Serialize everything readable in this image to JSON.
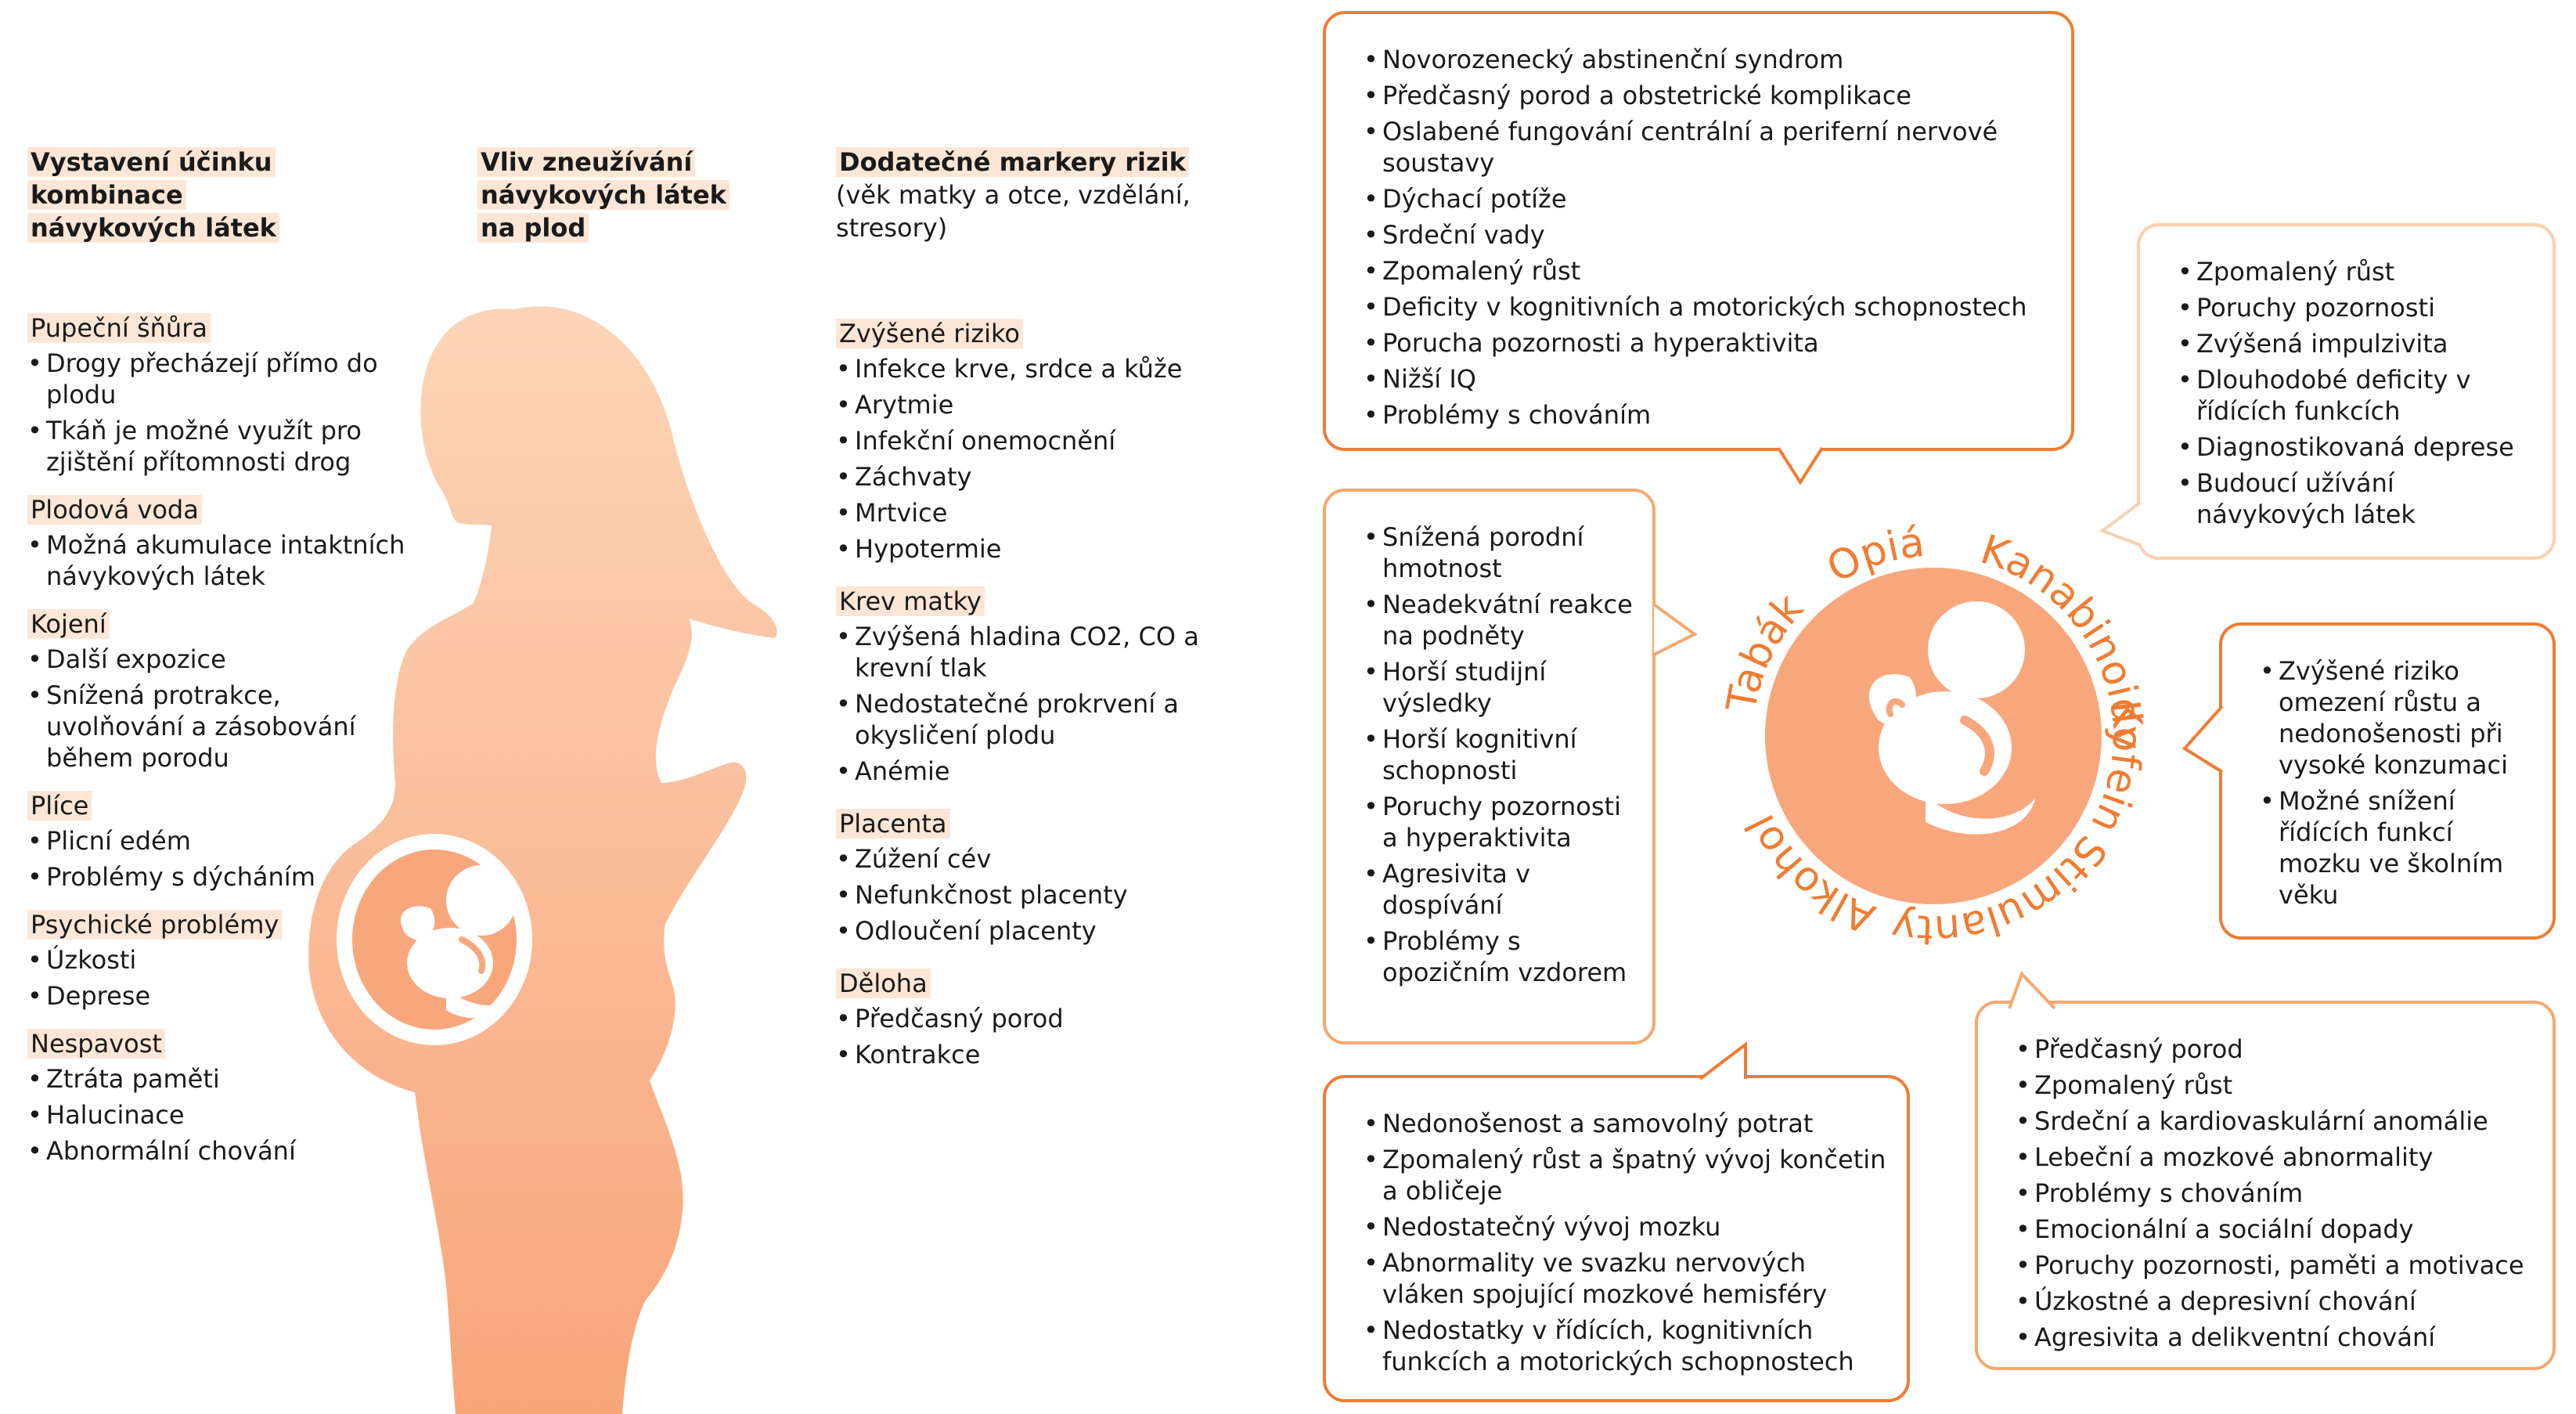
{
  "colors": {
    "silhouette_top": "#fbd2b4",
    "silhouette_bottom": "#f8a77c",
    "accent": "#f07c32",
    "circle": "#f8a77c",
    "highlight": "#fde6d6"
  },
  "columns": {
    "col1_header": "Vystavení účinku kombinace návykových látek",
    "col2_header": "Vliv zneužívání návykových látek na plod",
    "col3_header": "Dodatečné markery rizik",
    "col3_sub": "(věk matky a otce, vzdělání, stresory)"
  },
  "left_sections": [
    {
      "title": "Pupeční šňůra",
      "items": [
        "Drogy přecházejí přímo do plodu",
        "Tkáň je možné využít pro zjištění přítomnosti drog"
      ]
    },
    {
      "title": "Plodová voda",
      "items": [
        "Možná akumulace intaktních návykových látek"
      ]
    },
    {
      "title": "Kojení",
      "items": [
        "Další expozice",
        "Snížená protrakce, uvolňování a zásobování během porodu"
      ]
    },
    {
      "title": "Plíce",
      "items": [
        "Plicní edém",
        "Problémy s dýcháním"
      ]
    },
    {
      "title": "Psychické problémy",
      "items": [
        "Úzkosti",
        "Deprese"
      ]
    },
    {
      "title": "Nespavost",
      "items": [
        "Ztráta paměti",
        "Halucinace",
        "Abnormální chování"
      ]
    }
  ],
  "right_sections": [
    {
      "title": "Zvýšené riziko",
      "items": [
        "Infekce krve, srdce a kůže",
        "Arytmie",
        "Infekční onemocnění",
        "Záchvaty",
        "Mrtvice",
        "Hypotermie"
      ]
    },
    {
      "title": "Krev matky",
      "items": [
        "Zvýšená hladina CO2, CO a krevní tlak",
        "Nedostatečné prokrvení a okysličení plodu",
        "Anémie"
      ]
    },
    {
      "title": "Placenta",
      "items": [
        "Zúžení cév",
        "Nefunkčnost placenty",
        "Odloučení placenty"
      ]
    },
    {
      "title": "Děloha",
      "items": [
        "Předčasný porod",
        "Kontrakce"
      ]
    }
  ],
  "ring_labels": [
    "Tabák",
    "Opiáty",
    "Kanabinoidy",
    "Kofein",
    "Stimulanty",
    "Alkohol"
  ],
  "bubbles": {
    "opiaty": [
      "Novorozenecký abstinenční syndrom",
      "Předčasný porod a obstetrické komplikace",
      "Oslabené fungování centrální a periferní nervové soustavy",
      "Dýchací potíže",
      "Srdeční vady",
      "Zpomalený růst",
      "Deficity v kognitivních a motorických schopnostech",
      "Porucha pozornosti a hyperaktivita",
      "Nižší IQ",
      "Problémy s chováním"
    ],
    "kanabinoidy": [
      "Zpomalený růst",
      "Poruchy pozornosti",
      "Zvýšená impulzivita",
      "Dlouhodobé deficity v řídících funkcích",
      "Diagnostikovaná deprese",
      "Budoucí užívání návykových látek"
    ],
    "tabak": [
      "Snížená porodní hmotnost",
      "Neadekvátní reakce na podněty",
      "Horší studijní výsledky",
      "Horší kognitivní schopnosti",
      "Poruchy pozornosti a hyperaktivita",
      "Agresivita v dospívání",
      "Problémy s opozičním vzdorem"
    ],
    "kofein": [
      "Zvýšené riziko omezení růstu a nedonošenosti při vysoké konzumaci",
      "Možné snížení řídících funkcí mozku ve školním věku"
    ],
    "alkohol": [
      "Nedonošenost a samovolný potrat",
      "Zpomalený růst a špatný vývoj končetin a obličeje",
      "Nedostatečný vývoj mozku",
      "Abnormality ve svazku nervových vláken spojující mozkové hemisféry",
      "Nedostatky v řídících, kognitivních funkcích a motorických schopnostech"
    ],
    "stimulanty": [
      "Předčasný porod",
      "Zpomalený růst",
      "Srdeční a kardiovaskulární anomálie",
      "Lebeční a mozkové abnormality",
      "Problémy s chováním",
      "Emocionální a sociální dopady",
      "Poruchy pozornosti, paměti a motivace",
      "Úzkostné a depresivní chování",
      "Agresivita a delikventní chování"
    ]
  }
}
